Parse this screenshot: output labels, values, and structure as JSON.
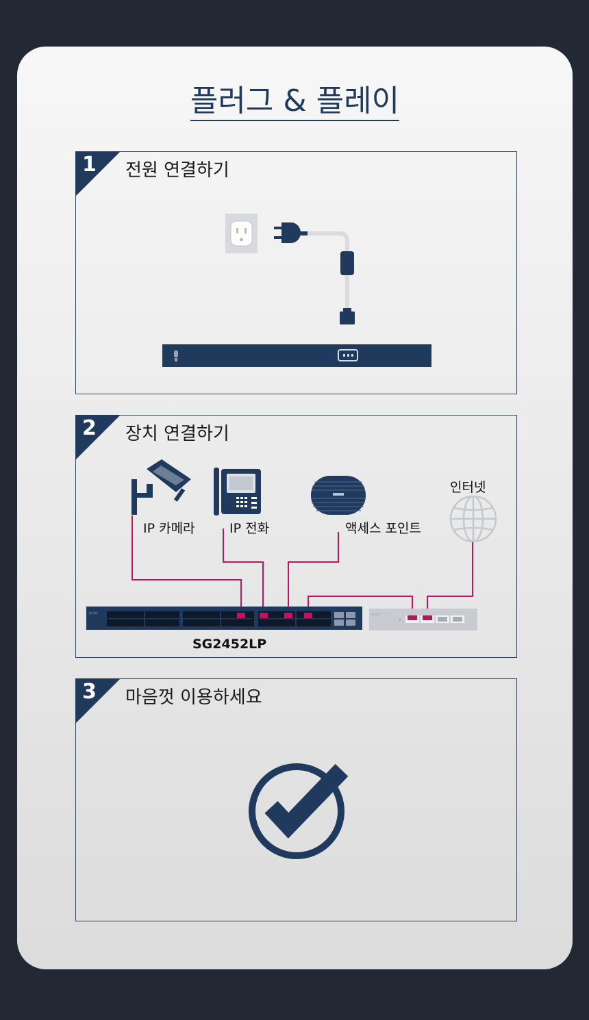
{
  "page": {
    "title": "플러그 & 플레이"
  },
  "steps": [
    {
      "number": "1",
      "title": "전원 연결하기"
    },
    {
      "number": "2",
      "title": "장치 연결하기",
      "devices": {
        "camera": "IP 카메라",
        "phone": "IP 전화",
        "ap": "액세스 포인트",
        "internet": "인터넷"
      },
      "switch_model": "SG2452LP"
    },
    {
      "number": "3",
      "title": "마음껏 이용하세요"
    }
  ],
  "icons": [
    "power-outlet-icon",
    "power-plug-icon",
    "power-cable-icon",
    "camera-icon",
    "ip-phone-icon",
    "access-point-icon",
    "globe-icon",
    "switch-icon",
    "router-icon",
    "checkmark-icon"
  ],
  "colors": {
    "navy": "#1f3a5c",
    "cable": "#c0155e",
    "gray": "#c8cbd0",
    "background": "#222934"
  }
}
